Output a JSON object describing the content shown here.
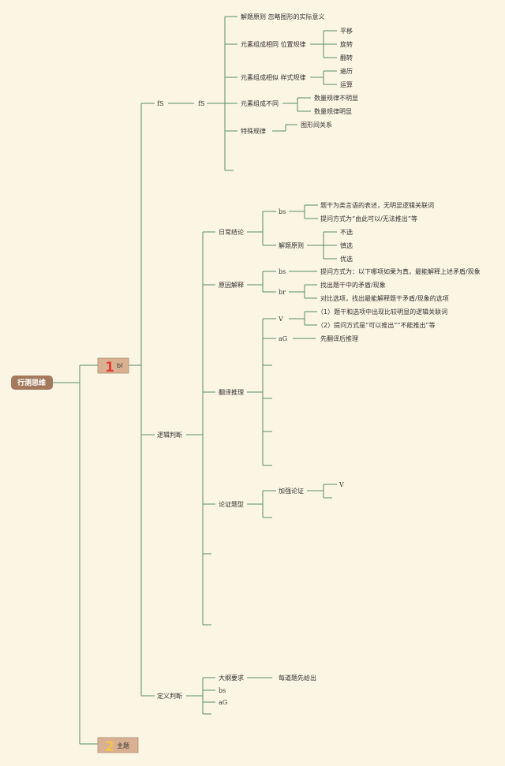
{
  "root": {
    "label": "行测思维"
  },
  "topics": [
    {
      "number": "1",
      "label": "bl"
    },
    {
      "number": "2",
      "label": "主题"
    }
  ],
  "branch_fs": {
    "label": "fS",
    "child": "fS",
    "items": {
      "jieti": "解题原则 忽略图形的实际意义",
      "xiangtong": "元素组成相同 位置规律",
      "xiangsi": "元素组成相似 样式规律",
      "butong": "元素组成不同",
      "teshu": "特殊规律"
    },
    "leaves": {
      "pingyi": "平移",
      "xuanzhuan": "旋转",
      "fanzhuan": "翻转",
      "bianli": "遍历",
      "yunsuan": "运算",
      "shuliang_bumingxian": "数量规律不明显",
      "shuliang_mingxian": "数量规律明显",
      "tuxing_guanxi": "图形间关系"
    }
  },
  "branch_luoji": {
    "label": "逻辑判断",
    "richang": {
      "label": "日常结论",
      "bs": "bs",
      "bs_items": [
        "题干为类言语的表述，无明显逻辑关联词",
        "提问方式为“由此可以/无法推出”等"
      ],
      "jieti": "解题原则",
      "jieti_items": [
        "不选",
        "慎选",
        "优选"
      ]
    },
    "yuanyin": {
      "label": "原因解释",
      "bs": "bs",
      "bs_text": "提问方式为：以下哪项如果为真，最能解释上述矛盾/现象",
      "br": "br",
      "br_items": [
        "找出题干中的矛盾/现象",
        "对比选项，找出最能解释题干矛盾/现象的选项"
      ]
    },
    "fanyi": {
      "label": "翻译推理",
      "v": "V",
      "v_items": [
        "（1）题干和选项中出现比较明显的逻辑关联词",
        "（2）提问方式是“可以推出”“不能推出”等"
      ],
      "ag": "aG",
      "ag_text": "先翻译后推理"
    },
    "lunzheng": {
      "label": "论证题型",
      "jiaqiang": "加强论证",
      "v": "V"
    }
  },
  "branch_dingyi": {
    "label": "定义判断",
    "dagang": "大纲要求",
    "dagang_child": "每道题先给出",
    "bs": "bs",
    "ag": "aG"
  },
  "colors": {
    "background": "#fbf5e3",
    "line": "#5a8d6a",
    "root": "#a47a5e",
    "topic": "#d9b192"
  }
}
